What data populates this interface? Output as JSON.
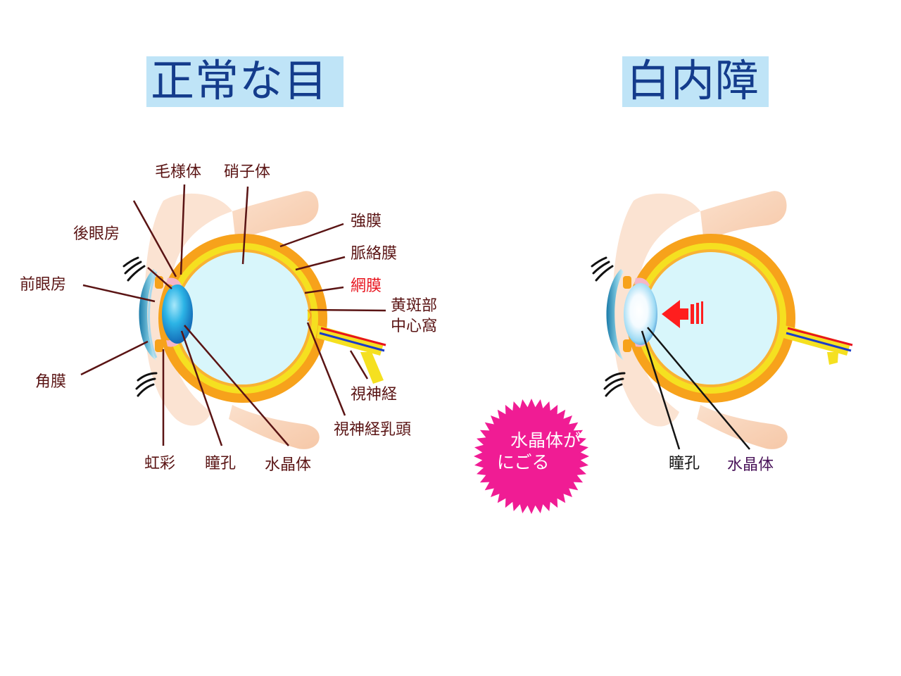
{
  "left_panel": {
    "title": "正常な目",
    "labels": {
      "mouyoutai": "毛様体",
      "shoushitai": "硝子体",
      "kyoumaku": "強膜",
      "myakurakumaku": "脈絡膜",
      "moumaku": "網膜",
      "ouhanbu": "黄斑部",
      "chushinka": "中心窩",
      "koubouboku": "後眼房",
      "zengambou": "前眼房",
      "kakumaku": "角膜",
      "shishinkei": "視神経",
      "shishinkei_nyuutou": "視神経乳頭",
      "kousai": "虹彩",
      "doukou": "瞳孔",
      "suishoutai": "水晶体"
    }
  },
  "right_panel": {
    "title": "白内障",
    "labels": {
      "doukou": "瞳孔",
      "suishoutai": "水晶体"
    }
  },
  "callout": {
    "line1": "水晶体が",
    "line2": "にごる"
  },
  "colors": {
    "title_bg": "#bfe4f7",
    "title_text": "#143c8c",
    "label_text": "#5a1414",
    "retina_label": "#e8141e",
    "sclera_orange": "#f7a21b",
    "choroid_yellow": "#f5e020",
    "vitreous": "#d8f6fb",
    "lens_blue": "#1aa0d8",
    "eyelid_skin": "#fbe3d2",
    "callout_pink": "#f01c94",
    "arrow_red": "#ff1e1e"
  }
}
